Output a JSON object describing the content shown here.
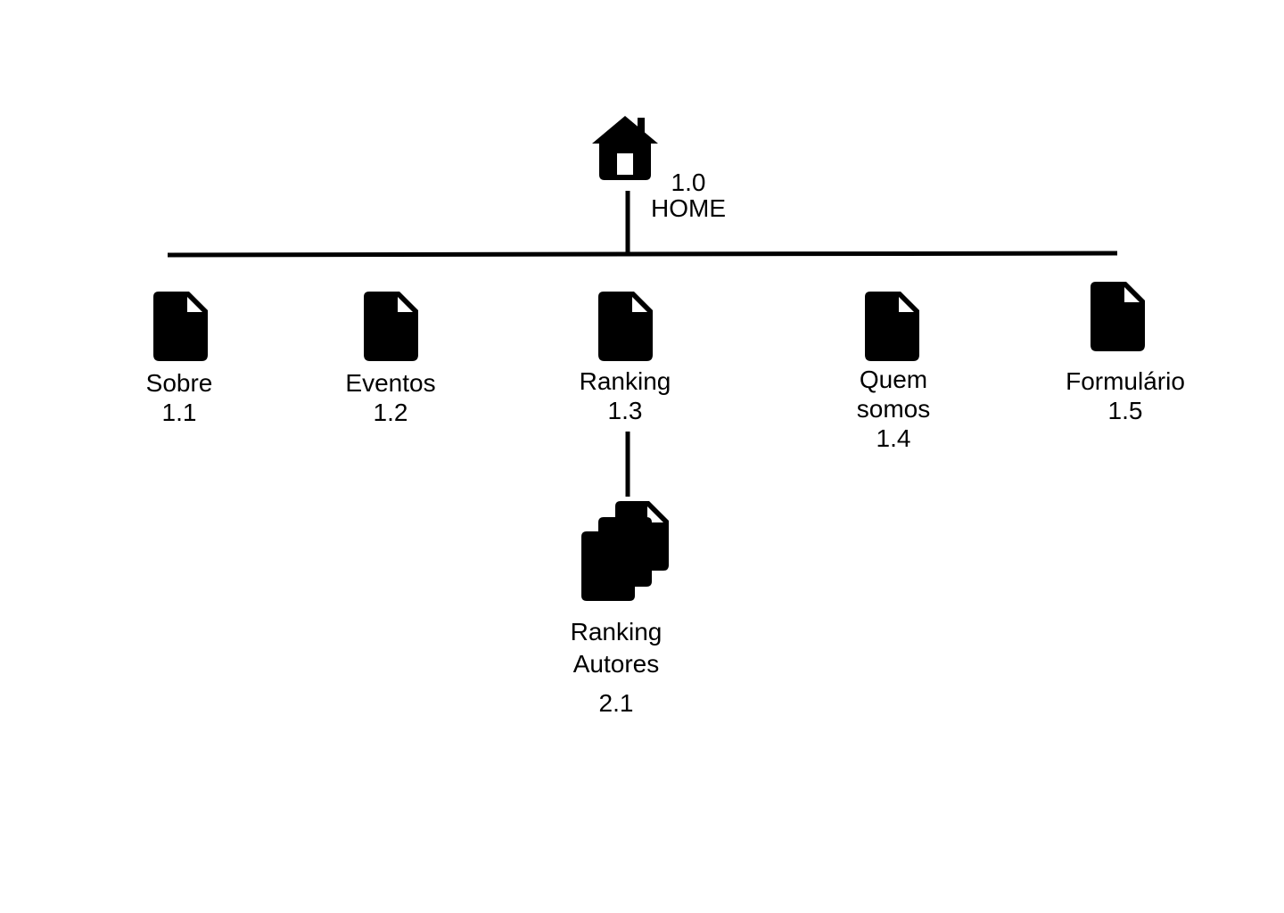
{
  "diagram": {
    "root": {
      "number": "1.0",
      "title": "HOME",
      "icon": "house-icon"
    },
    "pages": [
      {
        "id": "sobre",
        "title_lines": [
          "Sobre"
        ],
        "number": "1.1",
        "icon": "document-icon"
      },
      {
        "id": "eventos",
        "title_lines": [
          "Eventos"
        ],
        "number": "1.2",
        "icon": "document-icon"
      },
      {
        "id": "ranking",
        "title_lines": [
          "Ranking"
        ],
        "number": "1.3",
        "icon": "document-icon"
      },
      {
        "id": "quem-somos",
        "title_lines": [
          "Quem",
          "somos"
        ],
        "number": "1.4",
        "icon": "document-icon"
      },
      {
        "id": "formulario",
        "title_lines": [
          "Formulário"
        ],
        "number": "1.5",
        "icon": "document-icon"
      }
    ],
    "subpages": [
      {
        "id": "ranking-autores",
        "parent": "ranking",
        "title_lines": [
          "Ranking",
          "Autores"
        ],
        "number": "2.1",
        "icon": "multiple-documents-icon"
      }
    ]
  },
  "colors": {
    "ink": "#000000",
    "background": "#ffffff"
  }
}
